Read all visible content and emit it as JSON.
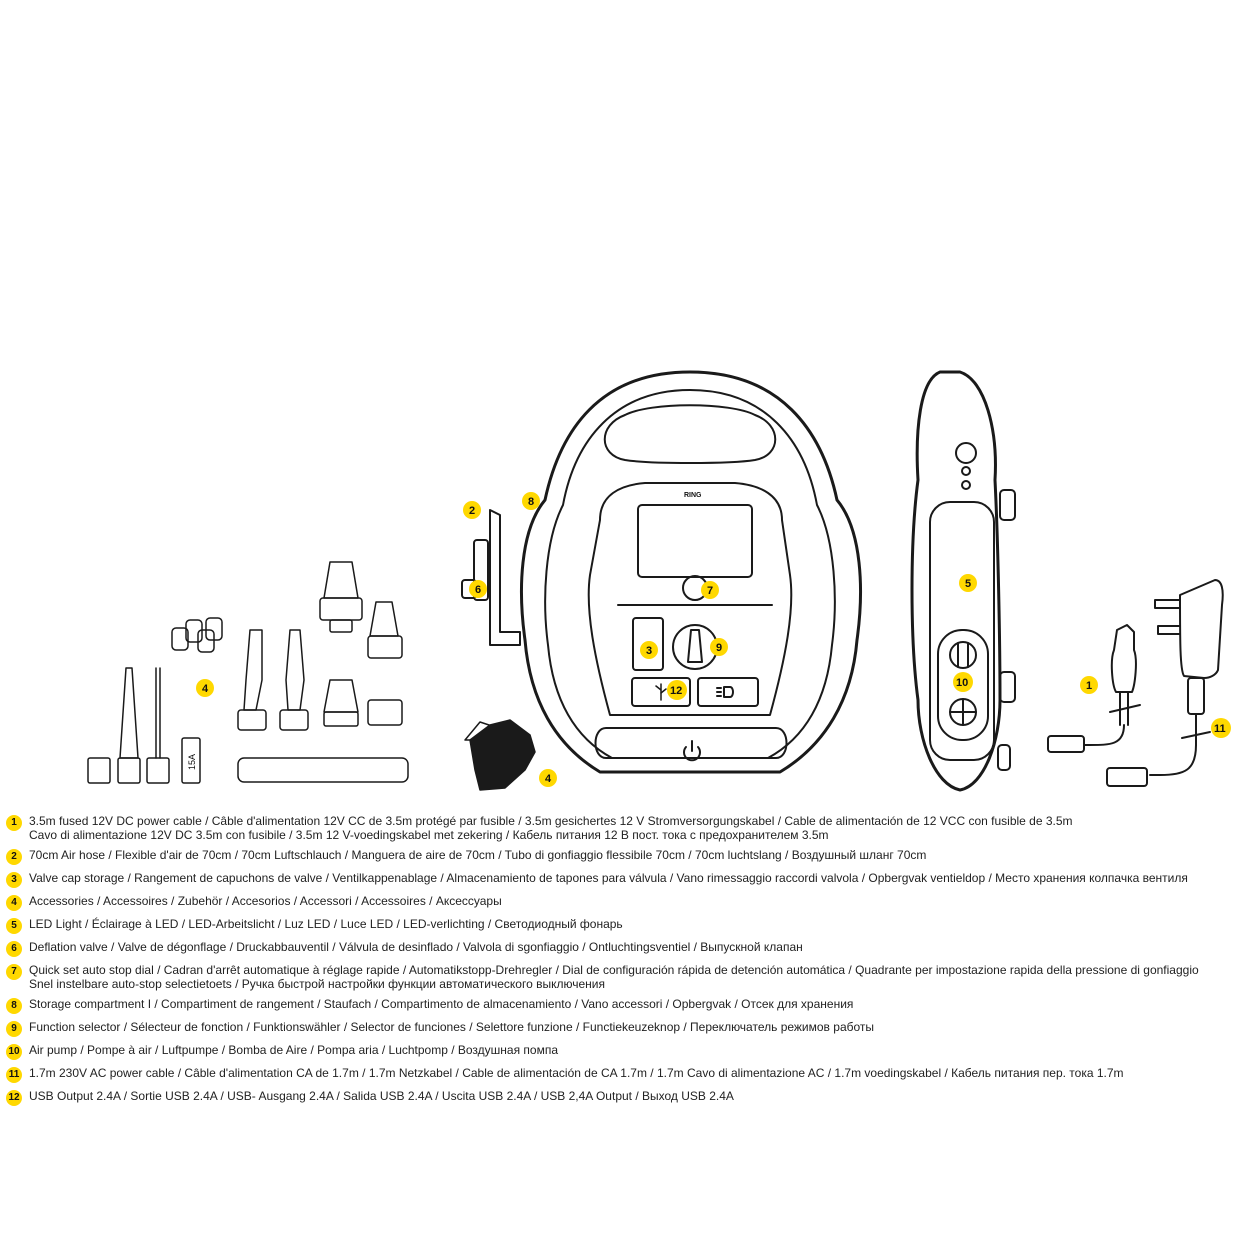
{
  "device": {
    "brand_logo": "RING",
    "fuse_label": "15A",
    "icons": {
      "power": "power-icon",
      "usb": "usb-icon",
      "light": "headlight-icon"
    }
  },
  "callouts": {
    "c1": "1",
    "c2": "2",
    "c3": "3",
    "c4a": "4",
    "c4b": "4",
    "c5": "5",
    "c6": "6",
    "c7": "7",
    "c8": "8",
    "c9": "9",
    "c10": "10",
    "c11": "11",
    "c12": "12"
  },
  "colors": {
    "badge": "#ffd800",
    "line": "#1a1a1a"
  },
  "legend": [
    {
      "num": "1",
      "text": "3.5m fused 12V DC power cable / Câble d'alimentation 12V CC de 3.5m protégé par fusible / 3.5m gesichertes 12 V Stromversorgungskabel / Cable de alimentación de 12 VCC con fusible de 3.5m\nCavo di alimentazione 12V DC 3.5m con fusibile / 3.5m 12 V-voedingskabel met zekering / Кабель питания 12 В пост. тока с предохранителем 3.5m"
    },
    {
      "num": "2",
      "text": "70cm Air hose / Flexible d'air de 70cm / 70cm Luftschlauch / Manguera de aire de 70cm / Tubo di gonfiaggio flessibile 70cm / 70cm luchtslang / Воздушный шланг 70cm"
    },
    {
      "num": "3",
      "text": "Valve cap storage / Rangement de capuchons de valve / Ventilkappenablage / Almacenamiento de tapones para válvula / Vano rimessaggio raccordi valvola / Opbergvak ventieldop / Место хранения колпачка вентиля"
    },
    {
      "num": "4",
      "text": "Accessories / Accessoires / Zubehör / Accesorios / Accessori / Accessoires / Аксессуары"
    },
    {
      "num": "5",
      "text": "LED Light / Éclairage à LED / LED-Arbeitslicht / Luz LED / Luce LED / LED-verlichting / Светодиодный фонарь"
    },
    {
      "num": "6",
      "text": "Deflation valve / Valve de dégonflage / Druckabbauventil / Válvula de desinflado / Valvola di sgonfiaggio / Ontluchtingsventiel / Выпускной клапан"
    },
    {
      "num": "7",
      "text": "Quick set auto stop dial  / Cadran d'arrêt automatique à réglage rapide / Automatikstopp-Drehregler / Dial de configuración rápida de detención automática / Quadrante per impostazione rapida della pressione di gonfiaggio\nSnel instelbare auto-stop selectietoets / Ручка быстрой настройки функции автоматического выключения"
    },
    {
      "num": "8",
      "text": "Storage compartment I / Compartiment de rangement / Staufach / Compartimento de almacenamiento / Vano accessori / Opbergvak / Отсек для хранения"
    },
    {
      "num": "9",
      "text": "Function selector / Sélecteur de fonction / Funktionswähler / Selector de funciones / Selettore funzione / Functiekeuzeknop / Переключатель режимов работы"
    },
    {
      "num": "10",
      "text": "Air pump / Pompe à air / Luftpumpe / Bomba de Aire / Pompa aria  / Luchtpomp / Воздушная помпа"
    },
    {
      "num": "11",
      "text": "1.7m 230V AC power cable / Câble d'alimentation CA de 1.7m  / 1.7m Netzkabel  / Cable de alimentación de CA 1.7m  / 1.7m Cavo di alimentazione AC  / 1.7m voedingskabel / Кабель питания пер. тока 1.7m"
    },
    {
      "num": "12",
      "text": "USB Output 2.4A / Sortie USB 2.4A / USB- Ausgang 2.4A / Salida USB 2.4A / Uscita USB 2.4A  / USB 2,4A Output / Выход USB 2.4A"
    }
  ]
}
